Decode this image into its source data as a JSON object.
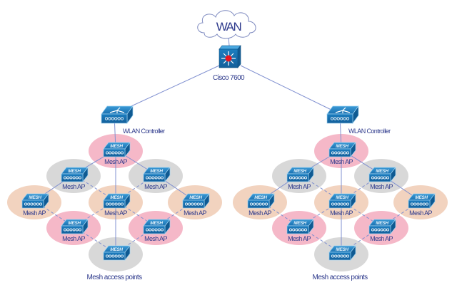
{
  "title": "Wireless mesh network diagram",
  "colors": {
    "link": "#8090d0",
    "label": "#2e3a8c",
    "zone_pink": "#f5b8c8",
    "zone_gray": "#d8d8d8",
    "zone_peach": "#f2d3bf",
    "device_blue": "#1b76b4",
    "router_center": "#e8141e"
  },
  "wan": {
    "label": "WAN",
    "icon": "cloud-icon"
  },
  "core_router": {
    "label": "Cisco 7600",
    "icon": "layer3-switch-icon"
  },
  "clusters": [
    {
      "id": "left",
      "controller": {
        "label": "WLAN Controller",
        "icon": "wlan-controller-icon"
      },
      "caption": "Mesh access points",
      "access_points": [
        {
          "id": "ap1",
          "label": "Mesh AP",
          "zone": "pink",
          "badge": "MESH"
        },
        {
          "id": "ap2",
          "label": "Mesh AP",
          "zone": "gray",
          "badge": "MESH"
        },
        {
          "id": "ap3",
          "label": "Mesh AP",
          "zone": "gray",
          "badge": "MESH"
        },
        {
          "id": "ap4",
          "label": "Mesh AP",
          "zone": "peach",
          "badge": "MESH"
        },
        {
          "id": "ap5",
          "label": "Mesh AP",
          "zone": "peach",
          "badge": "MESH"
        },
        {
          "id": "ap6",
          "label": "Mesh AP",
          "zone": "peach",
          "badge": "MESH"
        },
        {
          "id": "ap7",
          "label": "Mesh AP",
          "zone": "pink",
          "badge": "MESH"
        },
        {
          "id": "ap8",
          "label": "Mesh AP",
          "zone": "pink",
          "badge": "MESH"
        },
        {
          "id": "ap9",
          "label": "",
          "zone": "gray",
          "badge": "MESH"
        }
      ]
    },
    {
      "id": "right",
      "controller": {
        "label": "WLAN Controller",
        "icon": "wlan-controller-icon"
      },
      "caption": "Mesh access points",
      "access_points": [
        {
          "id": "ap1",
          "label": "Mesh AP",
          "zone": "pink",
          "badge": "MESH"
        },
        {
          "id": "ap2",
          "label": "Mesh AP",
          "zone": "gray",
          "badge": "MESH"
        },
        {
          "id": "ap3",
          "label": "Mesh AP",
          "zone": "gray",
          "badge": "MESH"
        },
        {
          "id": "ap4",
          "label": "Mesh AP",
          "zone": "peach",
          "badge": "MESH"
        },
        {
          "id": "ap5",
          "label": "Mesh AP",
          "zone": "peach",
          "badge": "MESH"
        },
        {
          "id": "ap6",
          "label": "Mesh AP",
          "zone": "peach",
          "badge": "MESH"
        },
        {
          "id": "ap7",
          "label": "Mesh AP",
          "zone": "pink",
          "badge": "MESH"
        },
        {
          "id": "ap8",
          "label": "Mesh AP",
          "zone": "pink",
          "badge": "MESH"
        },
        {
          "id": "ap9",
          "label": "",
          "zone": "gray",
          "badge": "MESH"
        }
      ]
    }
  ],
  "links": {
    "solid": [
      [
        "wan",
        "router"
      ],
      [
        "router",
        "ctrl"
      ],
      [
        "ctrl",
        "ap1"
      ],
      [
        "ap1",
        "ap2"
      ],
      [
        "ap1",
        "ap3"
      ],
      [
        "ap2",
        "ap4"
      ],
      [
        "ap3",
        "ap6"
      ],
      [
        "ap1",
        "ap9"
      ]
    ],
    "dashed": [
      [
        "ap2",
        "ap5"
      ],
      [
        "ap3",
        "ap5"
      ],
      [
        "ap4",
        "ap7"
      ],
      [
        "ap5",
        "ap7"
      ],
      [
        "ap5",
        "ap8"
      ],
      [
        "ap6",
        "ap8"
      ],
      [
        "ap7",
        "ap9"
      ],
      [
        "ap8",
        "ap9"
      ]
    ]
  }
}
